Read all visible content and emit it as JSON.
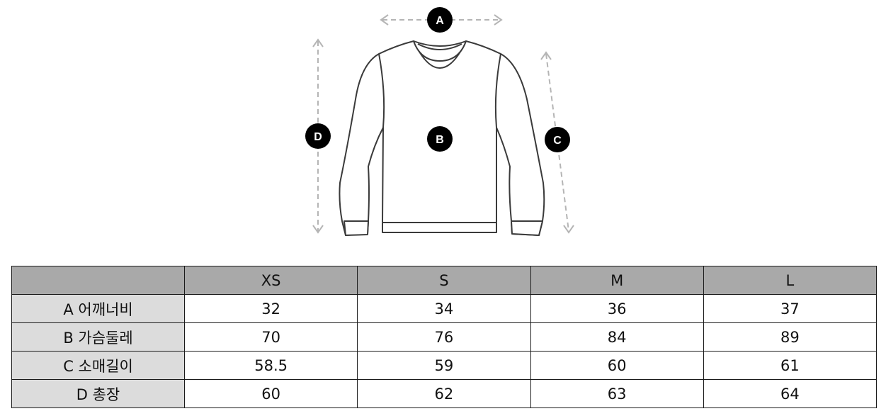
{
  "diagram": {
    "markers": {
      "a": "A",
      "b": "B",
      "c": "C",
      "d": "D"
    },
    "marker_color": "#000000",
    "outline_color": "#3a3a3a",
    "guide_color": "#b5b5b5"
  },
  "table": {
    "corner": "",
    "headers": [
      "XS",
      "S",
      "M",
      "L"
    ],
    "rows": [
      {
        "label": "A 어깨너비",
        "values": [
          "32",
          "34",
          "36",
          "37"
        ]
      },
      {
        "label": "B 가슴둘레",
        "values": [
          "70",
          "76",
          "84",
          "89"
        ]
      },
      {
        "label": "C 소매길이",
        "values": [
          "58.5",
          "59",
          "60",
          "61"
        ]
      },
      {
        "label": "D 총장",
        "values": [
          "60",
          "62",
          "63",
          "64"
        ]
      }
    ],
    "header_bg": "#a9a9a9",
    "label_bg": "#dcdcdc"
  }
}
